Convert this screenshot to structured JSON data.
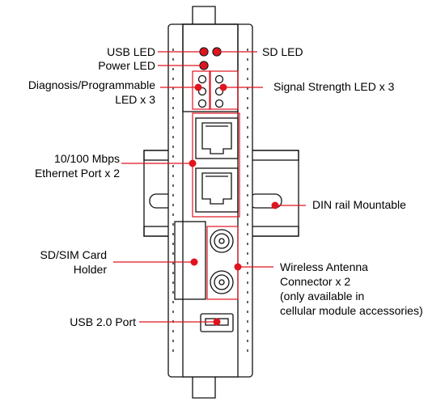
{
  "colors": {
    "accent": "#e0141e",
    "outline": "#111111"
  },
  "labels": {
    "usb_led": "USB LED",
    "power_led": "Power LED",
    "diag_line1": "Diagnosis/Programmable",
    "diag_line2": "LED x 3",
    "sd_led": "SD LED",
    "signal_strength": "Signal Strength LED x 3",
    "ethernet_line1": "10/100 Mbps",
    "ethernet_line2": "Ethernet Port x 2",
    "din_rail": "DIN rail Mountable",
    "sd_sim_line1": "SD/SIM Card",
    "sd_sim_line2": "Holder",
    "antenna_line1": "Wireless Antenna",
    "antenna_line2": "Connector  x 2",
    "antenna_line3": "(only available in",
    "antenna_line4": "cellular module accessories)",
    "usb_port": "USB 2.0 Port"
  }
}
